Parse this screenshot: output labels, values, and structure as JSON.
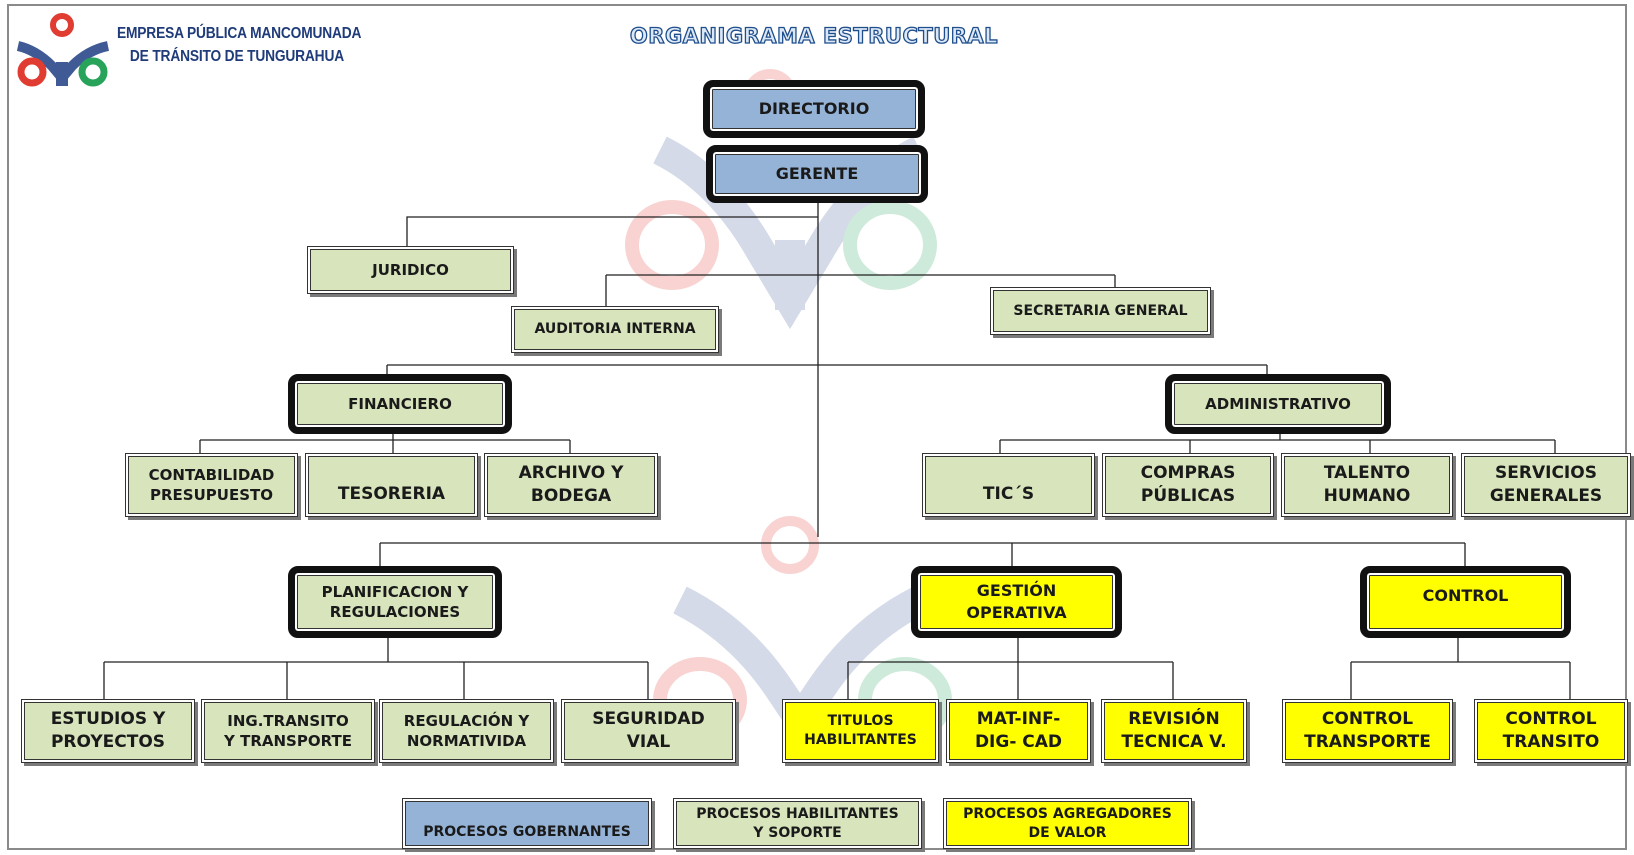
{
  "header": {
    "org_line1": "EMPRESA PÚBLICA MANCOMUNADA",
    "org_line2": "DE TRÁNSITO DE TUNGURAHUA",
    "title": "ORGANIGRAMA ESTRUCTURAL",
    "logo_icon": "oyo-logo-icon"
  },
  "colors": {
    "gobernantes": "#95b3d7",
    "habilitantes": "#d7e4bc",
    "agregadores": "#ffff00",
    "logo_red": "#e03c31",
    "logo_blue": "#3f5a94",
    "logo_green": "#27a35a"
  },
  "nodes": {
    "directorio": {
      "line1": "DIRECTORIO"
    },
    "gerente": {
      "line1": "GERENTE"
    },
    "juridico": {
      "line1": "JURIDICO"
    },
    "auditoria": {
      "line1": "AUDITORIA INTERNA"
    },
    "secretaria": {
      "line1": "SECRETARIA GENERAL"
    },
    "financiero": {
      "line1": "FINANCIERO"
    },
    "administrativo": {
      "line1": "ADMINISTRATIVO"
    },
    "contabilidad": {
      "line1": "CONTABILIDAD",
      "line2": "PRESUPUESTO"
    },
    "tesoreria": {
      "line1": "TESORERIA"
    },
    "archivo": {
      "line1": "ARCHIVO Y",
      "line2": "BODEGA"
    },
    "tics": {
      "line1": "TIC´S"
    },
    "compras": {
      "line1": "COMPRAS",
      "line2": "PÚBLICAS"
    },
    "talento": {
      "line1": "TALENTO",
      "line2": "HUMANO"
    },
    "servicios": {
      "line1": "SERVICIOS",
      "line2": "GENERALES"
    },
    "planificacion": {
      "line1": "PLANIFICACION Y",
      "line2": "REGULACIONES"
    },
    "gestion": {
      "line1": "GESTIÓN",
      "line2": "OPERATIVA"
    },
    "control": {
      "line1": "CONTROL"
    },
    "estudios": {
      "line1": "ESTUDIOS Y",
      "line2": "PROYECTOS"
    },
    "ing_transito": {
      "line1": "ING.TRANSITO",
      "line2": "Y TRANSPORTE"
    },
    "regulacion": {
      "line1": "REGULACIÓN Y",
      "line2": "NORMATIVIDA"
    },
    "seguridad": {
      "line1": "SEGURIDAD",
      "line2": "VIAL"
    },
    "titulos": {
      "line1": "TITULOS",
      "line2": "HABILITANTES"
    },
    "mat_inf": {
      "line1": "MAT-INF-",
      "line2": "DIG- CAD"
    },
    "revision": {
      "line1": "REVISIÓN",
      "line2": "TECNICA V."
    },
    "control_transporte": {
      "line1": "CONTROL",
      "line2": "TRANSPORTE"
    },
    "control_transito": {
      "line1": "CONTROL",
      "line2": "TRANSITO"
    }
  },
  "legend": {
    "gobernantes": {
      "line1": "PROCESOS GOBERNANTES"
    },
    "habilitantes": {
      "line1": "PROCESOS  HABILITANTES",
      "line2": "Y SOPORTE"
    },
    "agregadores": {
      "line1": "PROCESOS  AGREGADORES",
      "line2": "DE VALOR"
    }
  }
}
